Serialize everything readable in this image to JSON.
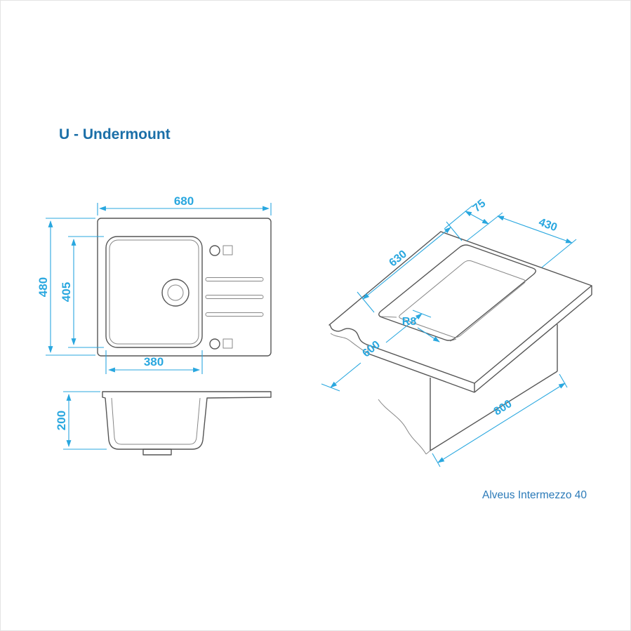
{
  "title": "U - Undermount",
  "product": "Alveus Intermezzo 40",
  "colors": {
    "dimension": "#29a7df",
    "title": "#1b6fa8",
    "product": "#2b7ab8",
    "drawing_line": "#555555"
  },
  "views": {
    "top": {
      "dims": {
        "width": "680",
        "depth": "480",
        "bowl_depth": "405",
        "bowl_width": "380"
      }
    },
    "side": {
      "dims": {
        "height": "200"
      }
    },
    "iso": {
      "dims": {
        "rim_offset": "75",
        "cutout_width": "430",
        "cutout_length": "630",
        "counter_depth": "600",
        "corner_radius": "R8",
        "cabinet_width": "800"
      }
    }
  }
}
